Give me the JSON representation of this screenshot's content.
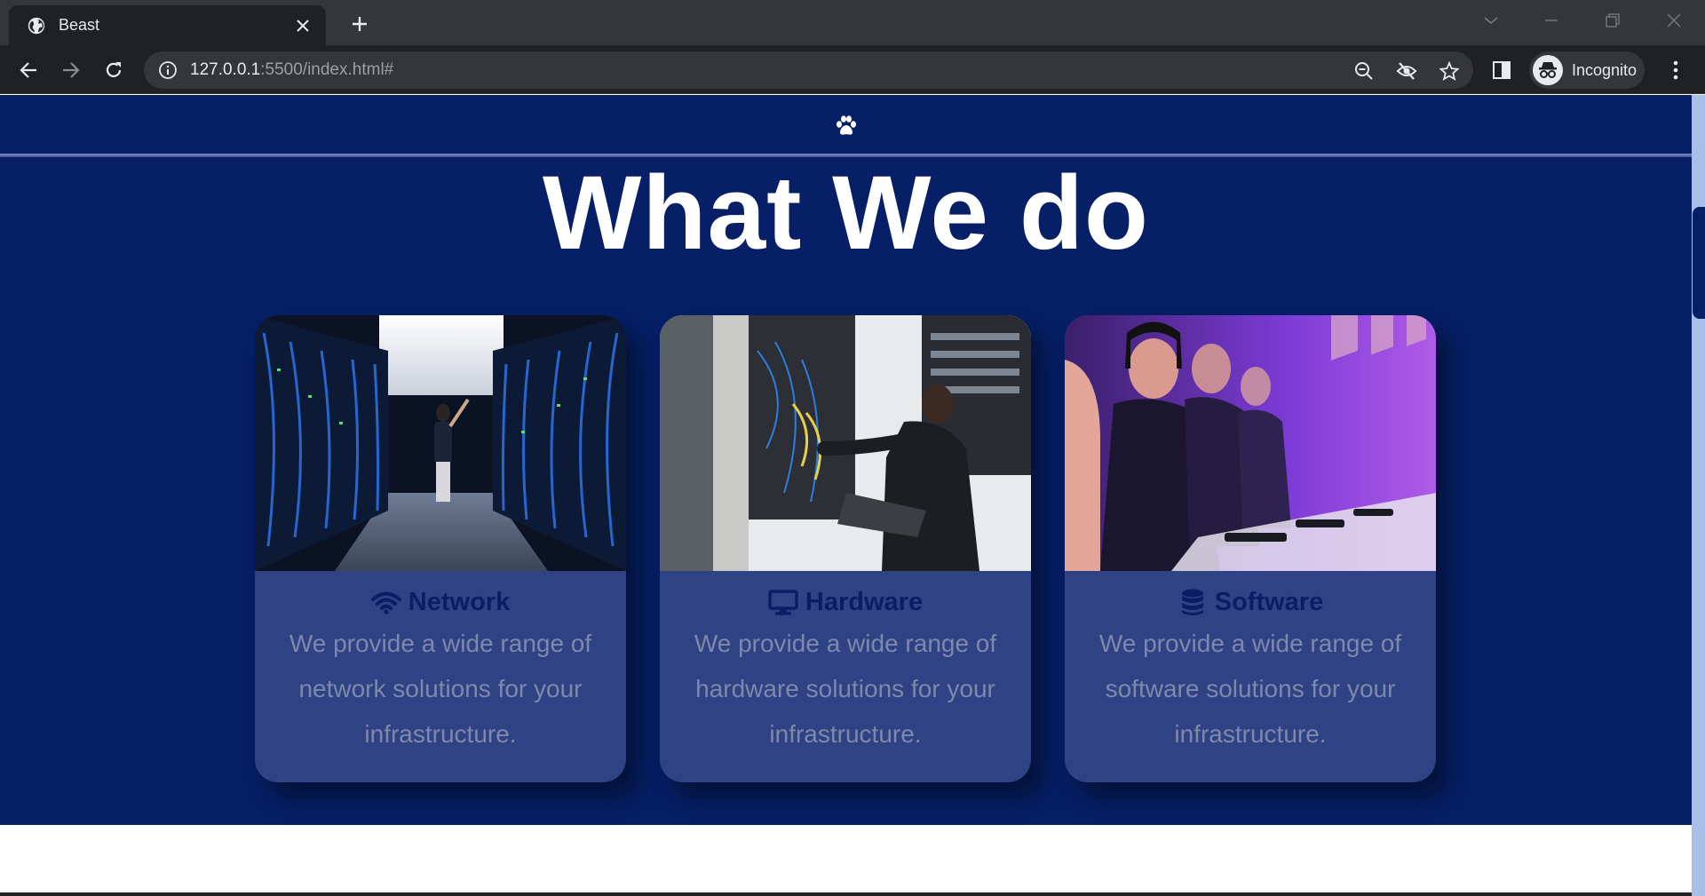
{
  "browser": {
    "tab_title": "Beast",
    "url_host": "127.0.0.1",
    "url_rest": ":5500/index.html#",
    "profile_label": "Incognito",
    "icons": [
      "globe-icon",
      "close-icon",
      "plus-icon",
      "back-icon",
      "forward-icon",
      "reload-icon",
      "info-icon",
      "zoom-out-icon",
      "eye-off-icon",
      "star-icon",
      "side-panel-icon",
      "incognito-icon",
      "more-icon"
    ]
  },
  "page": {
    "logo_icon": "paw-icon",
    "section_title": "What We do",
    "background_color": "#061f66",
    "card_color": "#2f4283",
    "cards": [
      {
        "icon": "wifi-icon",
        "title": "Network",
        "text": "We provide a wide range of network solutions for your infrastructure.",
        "image": "server-room-photo"
      },
      {
        "icon": "desktop-icon",
        "title": "Hardware",
        "text": "We provide a wide range of hardware solutions for your infrastructure.",
        "image": "technician-rack-photo"
      },
      {
        "icon": "database-icon",
        "title": "Software",
        "text": "We provide a wide range of software solutions for your infrastructure.",
        "image": "gamers-photo"
      }
    ]
  }
}
